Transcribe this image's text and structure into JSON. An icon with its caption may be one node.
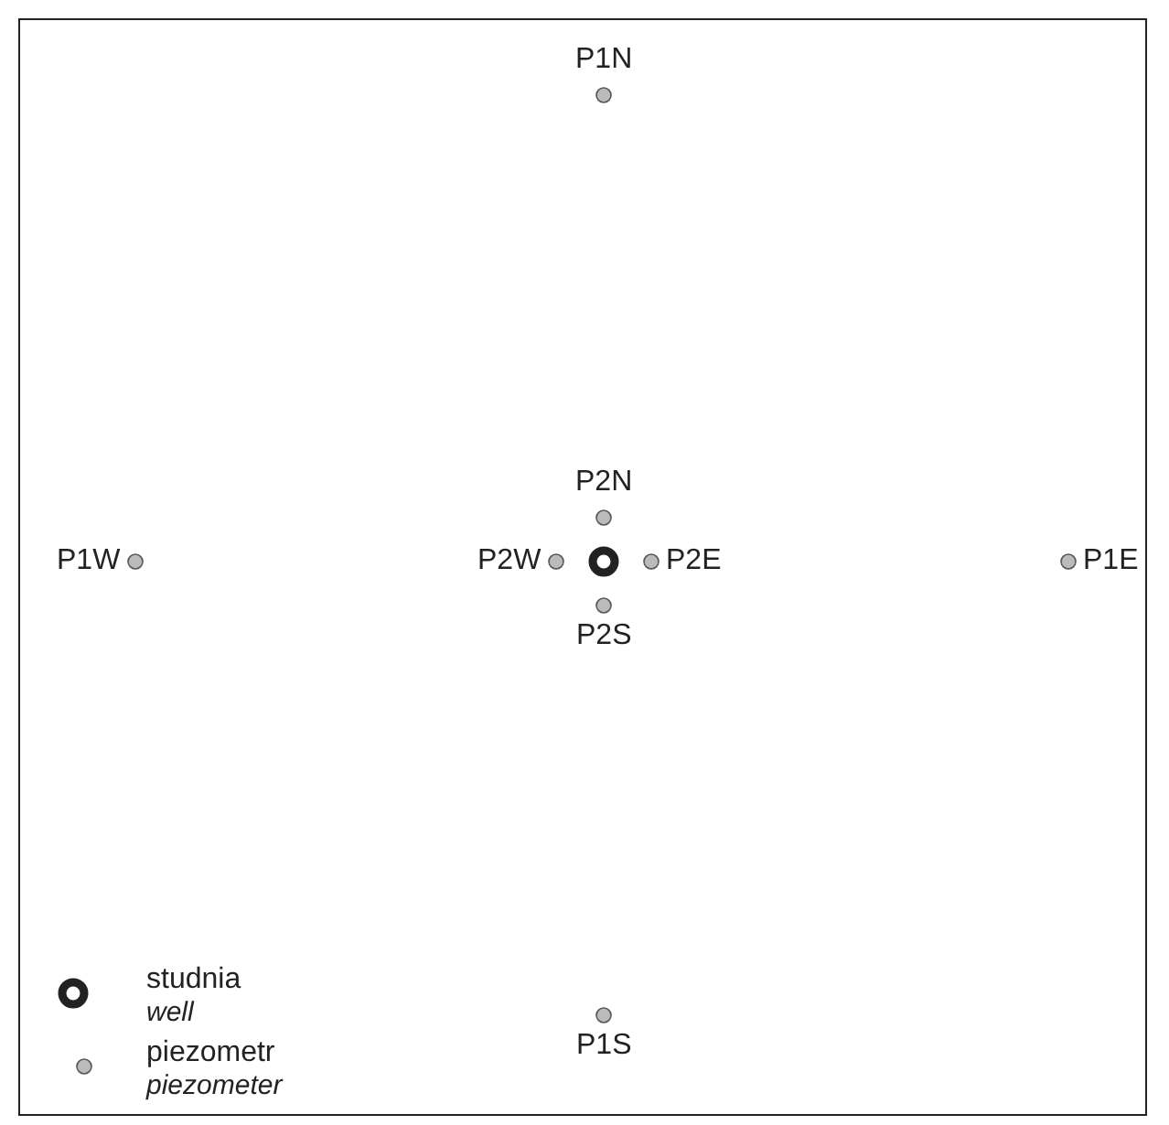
{
  "diagram": {
    "labels": [
      "P1N",
      "P2N",
      "P1W",
      "P2W",
      "P2E",
      "P1E",
      "P2S",
      "P1S"
    ],
    "legend": [
      {
        "text": "studnia *well*"
      },
      {
        "text": "piezometr *piezometer*"
      }
    ]
  }
}
